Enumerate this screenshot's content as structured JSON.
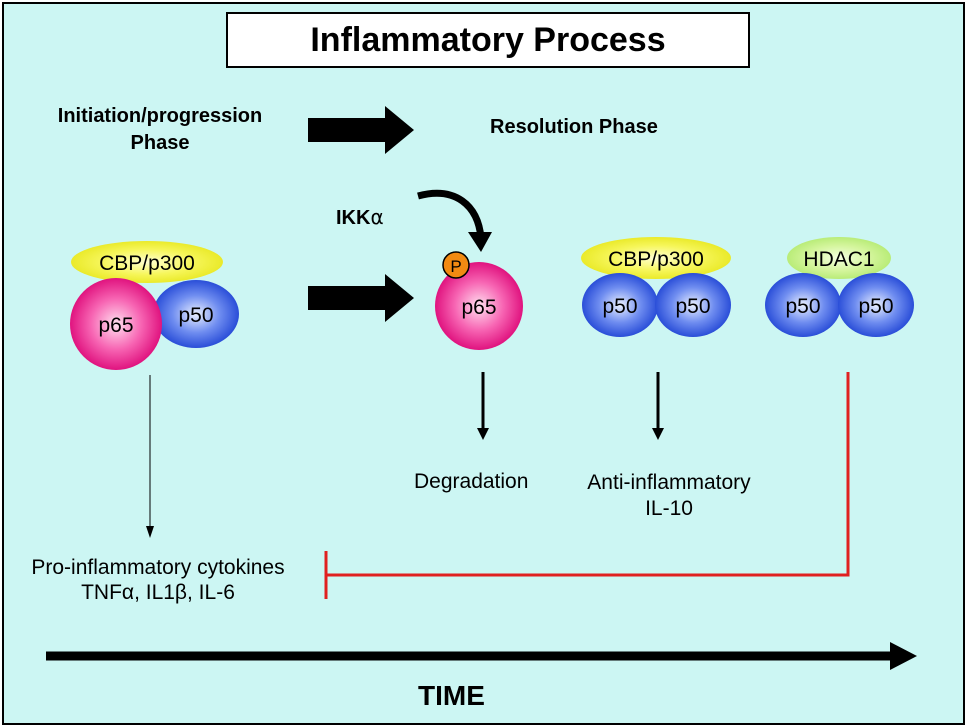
{
  "title": "Inflammatory Process",
  "phases": {
    "initiation_line1": "Initiation/progression",
    "initiation_line2": "Phase",
    "resolution": "Resolution Phase"
  },
  "kinase": {
    "name": "IKK",
    "greek": "α"
  },
  "complexes": {
    "initial": {
      "coactivator": "CBP/p300",
      "subunit_a": "p65",
      "subunit_b": "p50"
    },
    "phosphorylated": {
      "marker": "P",
      "subunit": "p65"
    },
    "anti_inflammatory": {
      "coactivator": "CBP/p300",
      "subunit_a": "p50",
      "subunit_b": "p50"
    },
    "repressive": {
      "corepressor": "HDAC1",
      "subunit_a": "p50",
      "subunit_b": "p50"
    }
  },
  "outcomes": {
    "degradation": "Degradation",
    "anti_line1": "Anti-inflammatory",
    "anti_line2": "IL-10",
    "pro_line1": "Pro-inflammatory cytokines",
    "pro_line2": "TNFα, IL1β, IL-6"
  },
  "axis": {
    "label": "TIME"
  },
  "colors": {
    "background": "#ccf6f3",
    "p65": "#f0248f",
    "p50": "#3358e6",
    "cbp": "#f2f23a",
    "hdac1": "#c9f28c",
    "phospho": "#f28a12",
    "inhibition": "#e02020"
  }
}
